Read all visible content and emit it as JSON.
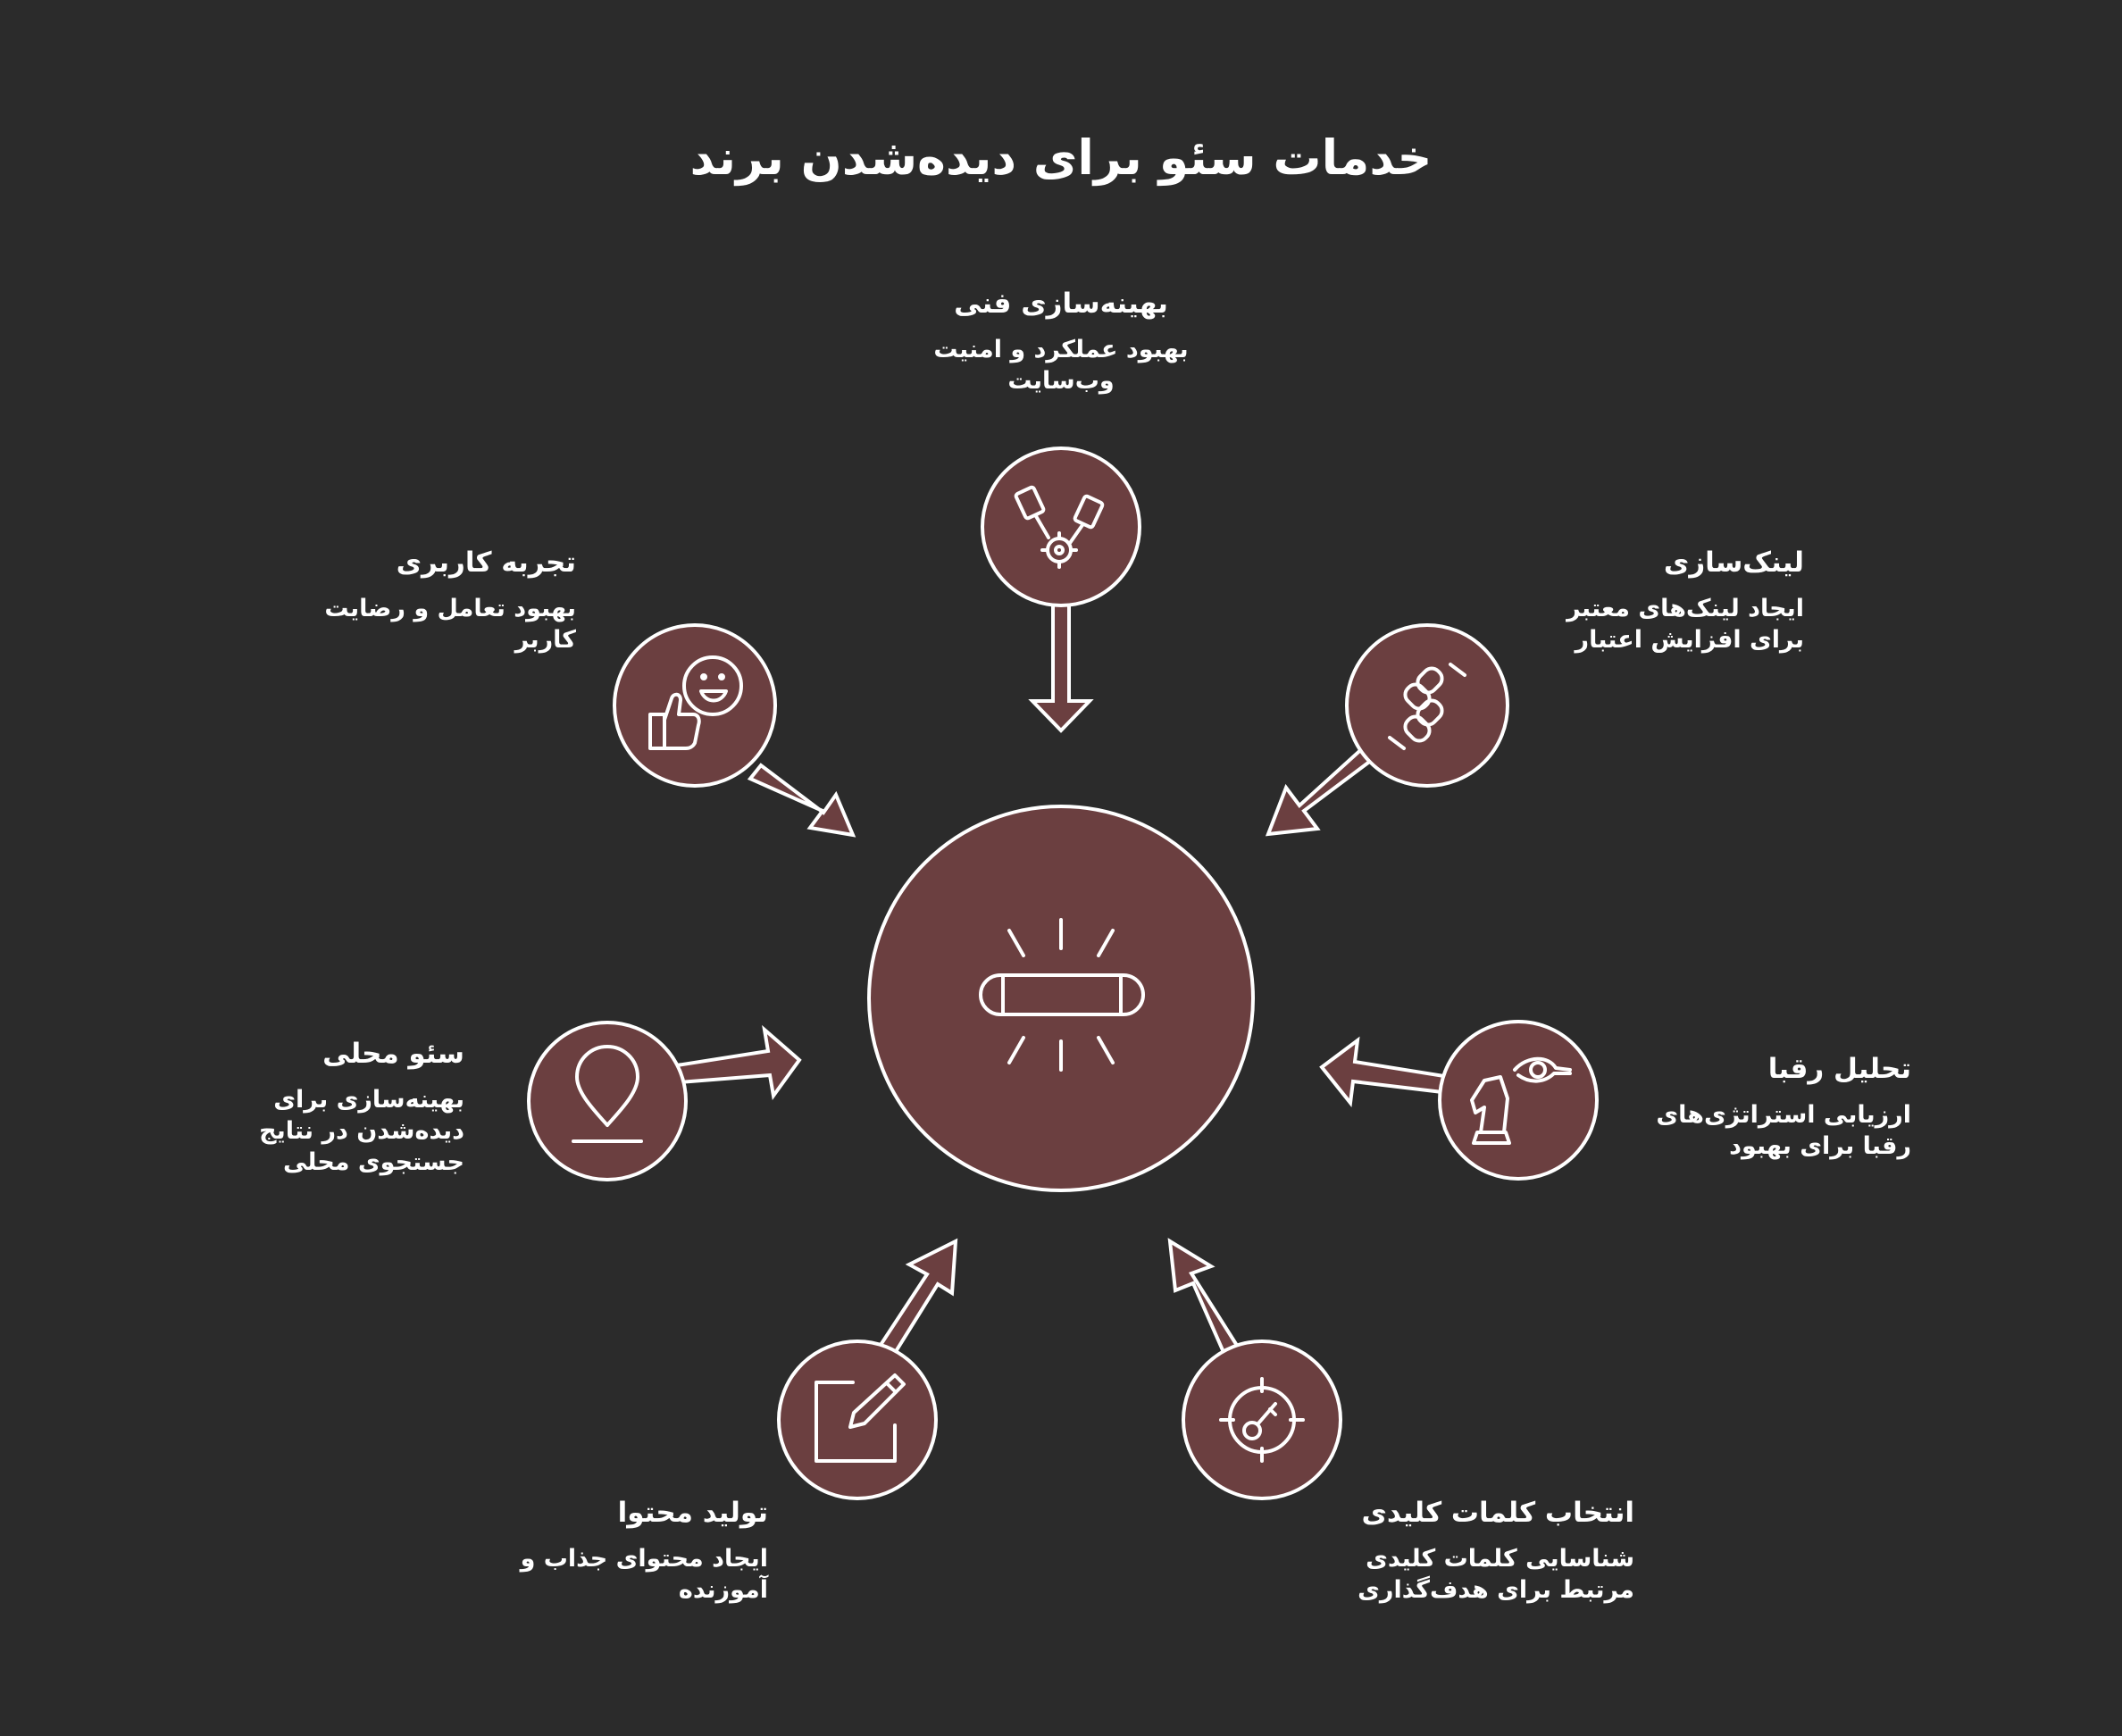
{
  "title": "خدمات سئو برای دیده‌شدن برند",
  "colors": {
    "background": "#2b2b2b",
    "circle_fill": "#6b3f40",
    "stroke": "#ffffff"
  },
  "center": {
    "icon": "brand-bar-icon"
  },
  "nodes": [
    {
      "id": "technical",
      "title": "بهینه‌سازی فنی",
      "desc_lines": [
        "بهبود عملکرد و امنیت",
        "وب‌سایت"
      ],
      "icon": "pistons-gear-icon"
    },
    {
      "id": "links",
      "title": "لینک‌سازی",
      "desc_lines": [
        "ایجاد لینک‌های معتبر",
        "برای افزایش اعتبار"
      ],
      "icon": "chain-link-icon"
    },
    {
      "id": "competitors",
      "title": "تحلیل رقبا",
      "desc_lines": [
        "ارزیابی استراتژی‌های",
        "رقبا برای بهبود"
      ],
      "icon": "chess-knight-icon"
    },
    {
      "id": "keywords",
      "title": "انتخاب کلمات کلیدی",
      "desc_lines": [
        "شناسایی کلمات کلیدی",
        "مرتبط برای هدف‌گذاری"
      ],
      "icon": "target-key-icon"
    },
    {
      "id": "content",
      "title": "تولید محتوا",
      "desc_lines": [
        "ایجاد محتوای جذاب و",
        "آموزنده"
      ],
      "icon": "edit-pencil-icon"
    },
    {
      "id": "local",
      "title": "سئو محلی",
      "desc_lines": [
        "بهینه‌سازی برای",
        "دیده‌شدن در نتایج",
        "جستجوی محلی"
      ],
      "icon": "map-pin-icon"
    },
    {
      "id": "ux",
      "title": "تجربه کاربری",
      "desc_lines": [
        "بهبود تعامل و رضایت",
        "کاربر"
      ],
      "icon": "thumbs-up-smile-icon"
    }
  ]
}
